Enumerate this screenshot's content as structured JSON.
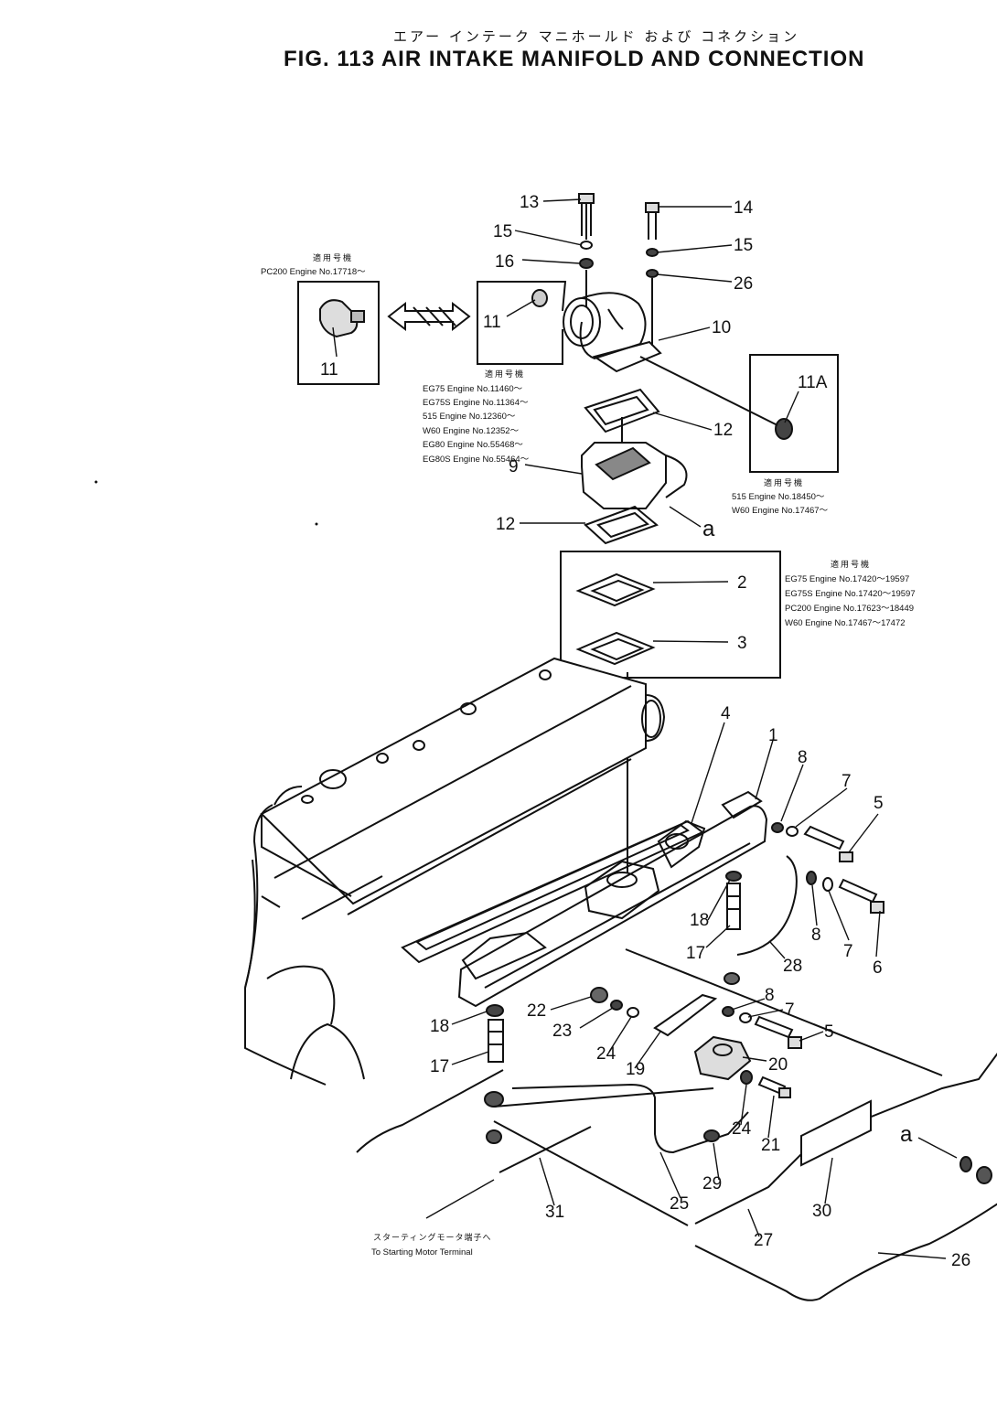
{
  "header": {
    "japanese_title": "エアー インテーク マニホールド および コネクション",
    "figure_title": "FIG. 113  AIR INTAKE MANIFOLD AND CONNECTION"
  },
  "applicability": {
    "box_pc200": {
      "heading": "適用号機",
      "lines": [
        "PC200 Engine No.17718～"
      ]
    },
    "box_eg": {
      "heading": "適用号機",
      "lines": [
        "EG75   Engine No.11460～",
        "EG75S  Engine No.11364～",
        "515    Engine No.12360～",
        "W60    Engine No.12352～",
        "EG80   Engine No.55468～",
        "EG80S  Engine No.55464～"
      ]
    },
    "box_11a": {
      "heading": "適用号機",
      "lines": [
        "515  Engine No.18450～",
        "W60  Engine No.17467～"
      ]
    },
    "box_gasket": {
      "heading": "適用号機",
      "lines": [
        "EG75   Engine No.17420～19597",
        "EG75S  Engine No.17420～19597",
        "PC200  Engine No.17623～18449",
        "W60    Engine No.17467～17472"
      ]
    }
  },
  "terminal_note": {
    "japanese": "スターティングモータ端子へ",
    "english": "To Starting Motor Terminal"
  },
  "callouts": {
    "c13": "13",
    "c14": "14",
    "c15a": "15",
    "c15b": "15",
    "c16": "16",
    "c26a": "26",
    "c11a": "11",
    "c11b": "11",
    "c11A": "11A",
    "c10": "10",
    "c12a": "12",
    "c12b": "12",
    "c9": "9",
    "ca1": "a",
    "ca2": "a",
    "c2": "2",
    "c3": "3",
    "c4": "4",
    "c1": "1",
    "c8a": "8",
    "c7a": "7",
    "c5a": "5",
    "c8b": "8",
    "c7b": "7",
    "c6": "6",
    "c18a": "18",
    "c17a": "17",
    "c28": "28",
    "c8c": "8",
    "c7c": "7",
    "c5b": "5",
    "c22": "22",
    "c23": "23",
    "c24a": "24",
    "c19": "19",
    "c20": "20",
    "c18b": "18",
    "c17b": "17",
    "c24b": "24",
    "c21": "21",
    "c29": "29",
    "c25": "25",
    "c31": "31",
    "c27": "27",
    "c30": "30",
    "c26b": "26"
  }
}
